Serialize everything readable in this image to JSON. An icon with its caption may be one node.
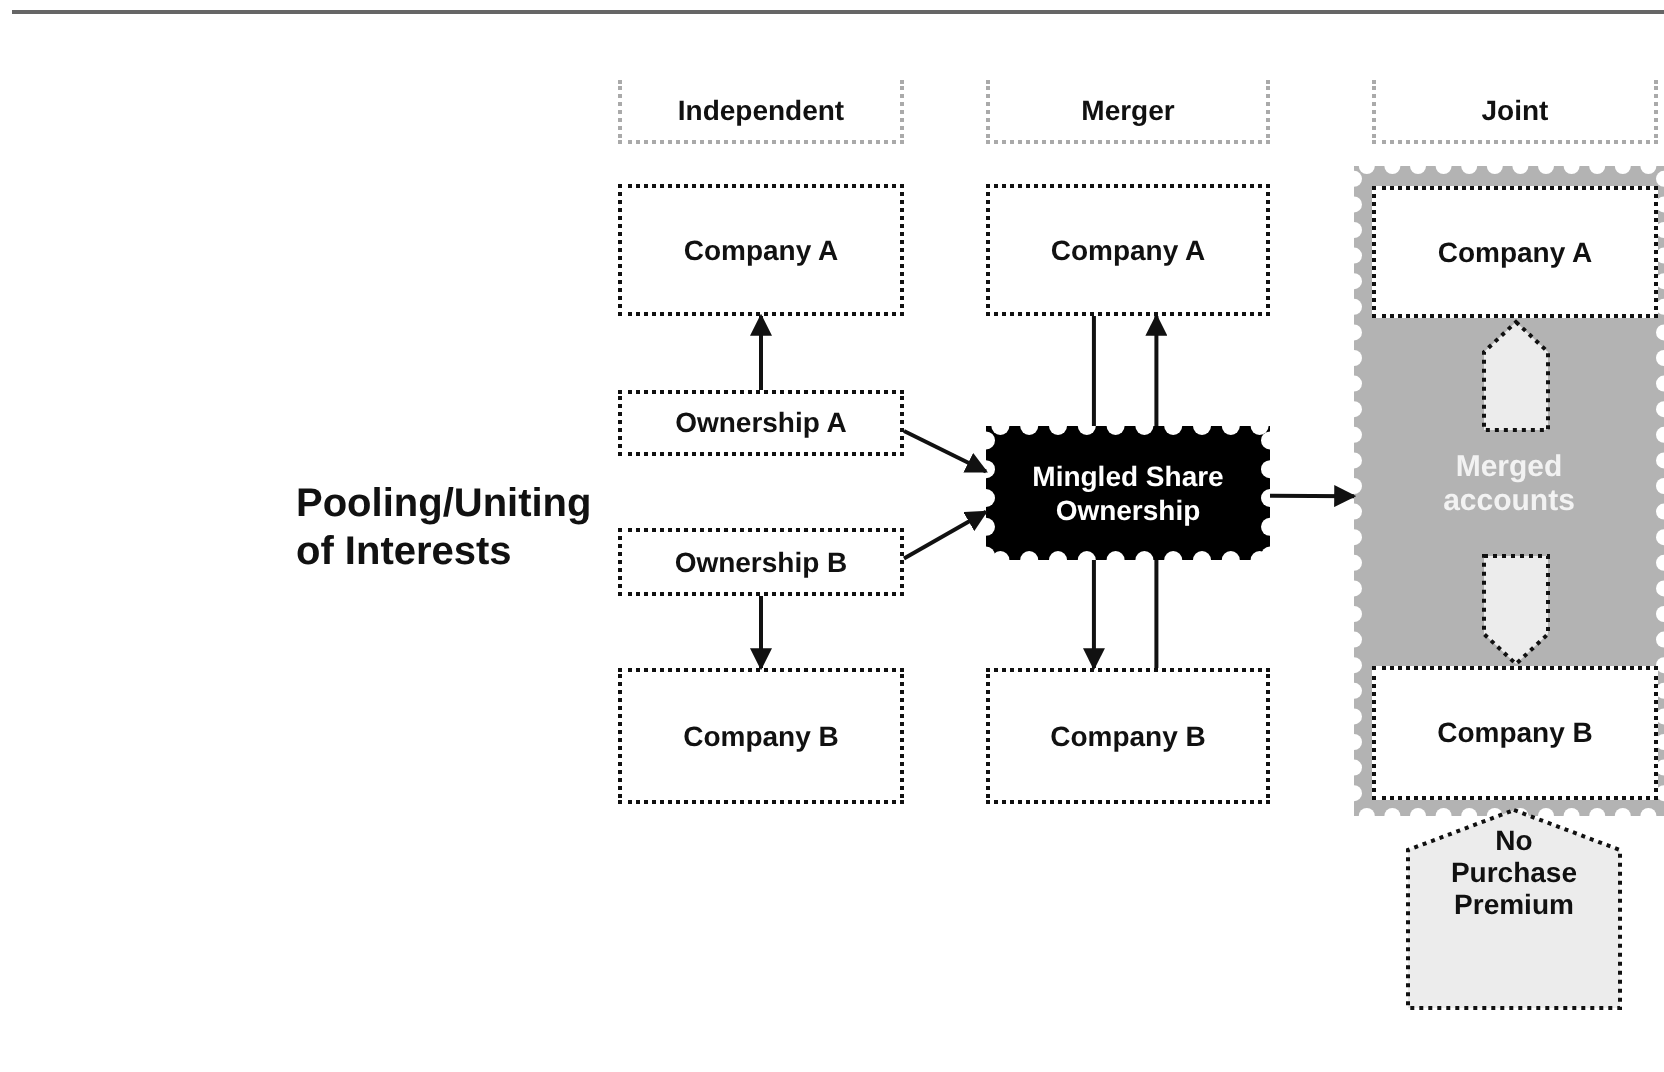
{
  "diagram": {
    "nodes": [
      {
        "text": [
          "Independent"
        ]
      },
      {
        "text": [
          "Merger"
        ]
      },
      {
        "text": [
          "Joint"
        ]
      },
      {
        "text": [
          "Company A"
        ]
      },
      {
        "text": [
          "Ownership A"
        ]
      },
      {
        "text": [
          "Ownership B"
        ]
      },
      {
        "text": [
          "Company B"
        ]
      },
      {
        "text": [
          "Company A"
        ]
      },
      {
        "text": [
          "Mingled Share Ownership"
        ]
      },
      {
        "text": [
          "Company B"
        ]
      },
      {
        "text": [
          "Merged accounts"
        ]
      },
      {
        "text": [
          "Company A"
        ],
        "in": 10
      },
      {
        "text": [],
        "shape": "arrow",
        "in": 10
      },
      {
        "text": [],
        "shape": "arrow",
        "in": 10
      },
      {
        "text": [
          "Company B"
        ],
        "in": 10
      },
      {
        "text": [
          "No Purchase Premium"
        ]
      }
    ],
    "edges": [
      {
        "from": 4,
        "to": 3,
        "arrow": "to"
      },
      {
        "from": 5,
        "to": 6,
        "arrow": "to"
      },
      {
        "from": 4,
        "to": 8,
        "arrow": "to"
      },
      {
        "from": 5,
        "to": 8,
        "arrow": "to"
      },
      {
        "from": 7,
        "to": 8,
        "arrow": "none"
      },
      {
        "from": 8,
        "to": 7,
        "arrow": "to"
      },
      {
        "from": 8,
        "to": 9,
        "arrow": "to"
      },
      {
        "from": 9,
        "to": 8,
        "arrow": "none"
      },
      {
        "from": 8,
        "to": 10,
        "arrow": "to"
      }
    ],
    "labels": [
      "Pooling/Uniting of Interests"
    ]
  }
}
